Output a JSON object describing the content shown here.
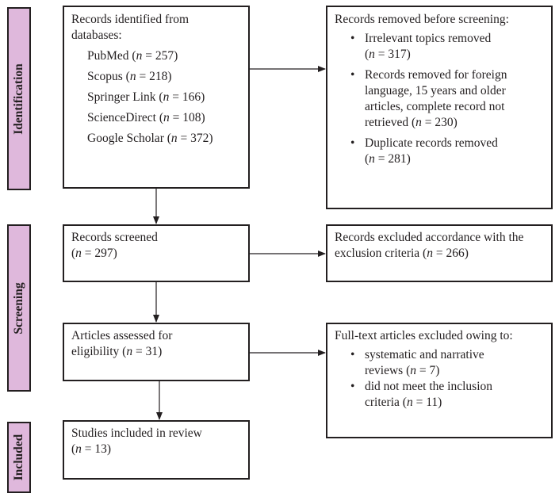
{
  "phases": {
    "identification": "Identification",
    "screening": "Screening",
    "included": "Included"
  },
  "records_identified": {
    "title_line1": "Records identified from",
    "title_line2": "databases:",
    "sources": [
      {
        "name": "PubMed",
        "n": "257"
      },
      {
        "name": "Scopus",
        "n": "218"
      },
      {
        "name": "Springer Link",
        "n": "166"
      },
      {
        "name": "ScienceDirect",
        "n": "108"
      },
      {
        "name": "Google Scholar",
        "n": "372"
      }
    ]
  },
  "records_removed": {
    "title": "Records removed before screening:",
    "items": [
      {
        "lines": [
          "Irrelevant topics removed"
        ],
        "n": "317"
      },
      {
        "lines": [
          "Records removed for foreign",
          "language, 15 years and older",
          "articles, complete record not",
          "retrieved"
        ],
        "n": "230"
      },
      {
        "lines": [
          "Duplicate records removed"
        ],
        "n": "281"
      }
    ]
  },
  "records_screened": {
    "title": "Records screened",
    "n": "297"
  },
  "records_excluded": {
    "line1": "Records excluded accordance with the",
    "line2": "exclusion criteria",
    "n": "266"
  },
  "articles_assessed": {
    "line1": "Articles assessed for",
    "line2": "eligibility",
    "n": "31"
  },
  "fulltext_excluded": {
    "title": "Full-text articles excluded owing to:",
    "items": [
      {
        "lines": [
          "systematic and narrative",
          "reviews"
        ],
        "n": "7"
      },
      {
        "lines": [
          "did not meet the inclusion",
          "criteria"
        ],
        "n": "11"
      }
    ]
  },
  "studies_included": {
    "title": "Studies included in review",
    "n": "13"
  },
  "n_symbol": "n",
  "bullet": "•"
}
